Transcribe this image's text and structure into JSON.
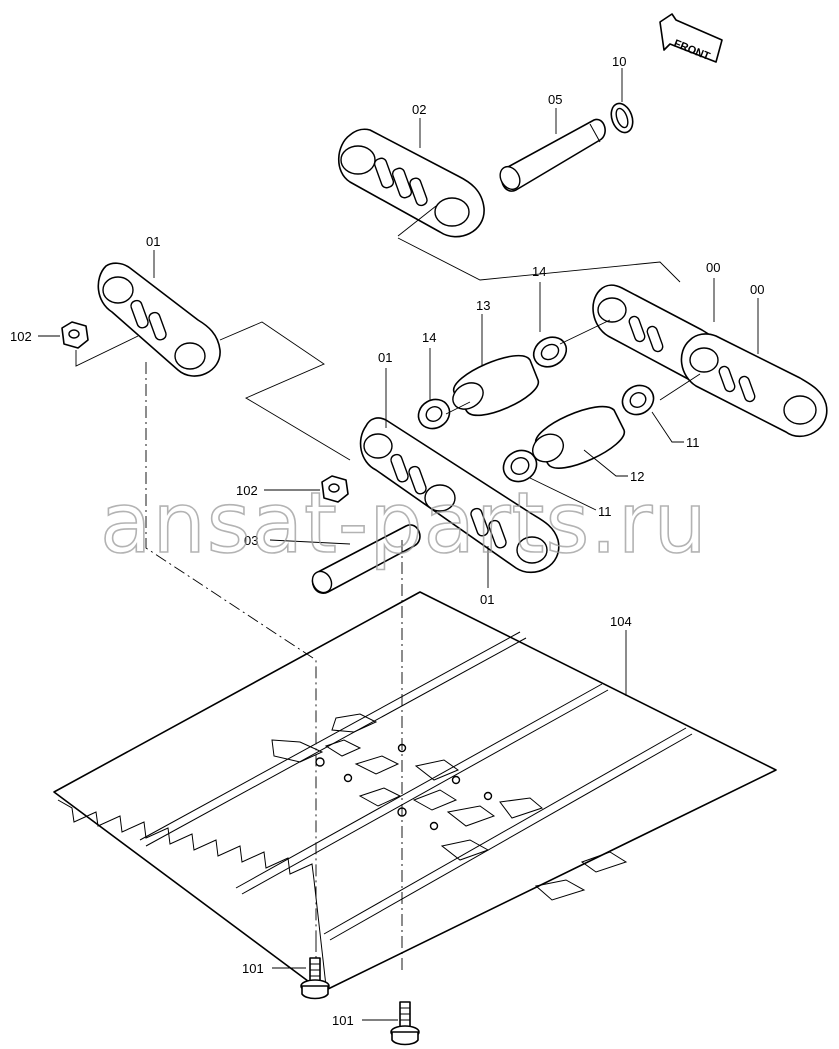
{
  "watermark": "ansat-parts.ru",
  "front_arrow": {
    "label": "FRONT"
  },
  "callouts": {
    "c00a": "00",
    "c00b": "00",
    "c01a": "01",
    "c01b": "01",
    "c01c": "01",
    "c02": "02",
    "c03": "03",
    "c05": "05",
    "c10": "10",
    "c11a": "11",
    "c11b": "11",
    "c12": "12",
    "c13": "13",
    "c14a": "14",
    "c14b": "14",
    "c101a": "101",
    "c101b": "101",
    "c102a": "102",
    "c102b": "102",
    "c104": "104"
  }
}
